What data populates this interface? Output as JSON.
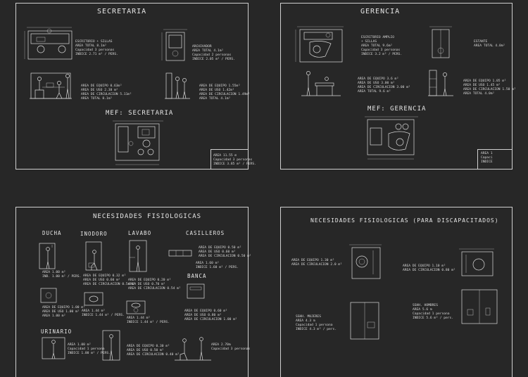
{
  "panels": {
    "secretaria": {
      "title": "SECRETARIA",
      "mef_title": "MEF: SECRETARIA",
      "notes": {
        "desk": "ESCRITORIO + SILLAS\nAREA TOTAL 8.1m²\nCapacidad 3 personas\nINDICE 2.71 m² / PERS.",
        "archive": "ARCHIVADOR\nAREA TOTAL 4.1m²\nCapacidad 2 personas\nINDICE 2.05 m² / PERS.",
        "areas_left": "AREA DE EQUIPO 0.63m²\nAREA DE USO 2.38 m²\nAREA DE CIRCULACION 5.11m²\nAREA TOTAL 8.1m²",
        "areas_right": "AREA DE EQUIPO 1.55m²\nAREA DE USO 1.42m²\nAREA DE CIRCULACION 1.49m²\nAREA TOTAL 4.1m²",
        "summary": "AREA 11.55 m\nCapacidad 3 personas\nINDICE 3.85 m² / PERS."
      }
    },
    "gerencia": {
      "title": "GERENCIA",
      "mef_title": "MEF: GERENCIA",
      "notes": {
        "desk": "ESCRITORIO AMPLIO\n+ SILLAS\nAREA TOTAL 9.6m²\nCapacidad 3 personas\nINDICE 3.2 m² / PERS.",
        "shelf": "ESTANTE\nAREA TOTAL 4.0m²",
        "areas_left": "AREA DE EQUIPO 3.6 m²\nAREA DE USO 3.00 m²\nAREA DE CIRCULACION 3.00 m²\nAREA TOTAL 9.6 m²",
        "areas_right": "AREA DE EQUIPO 1.05 m²\nAREA DE USO 1.45 m²\nAREA DE CIRCULACION 1.50 m²\nAREA TOTAL 4.0m²",
        "summary": "AREA 1\nCapaci\nINDICE"
      }
    },
    "fisiologicas": {
      "title": "NECESIDADES FISIOLOGICAS",
      "labels": {
        "ducha": "DUCHA",
        "inodoro": "INODORO",
        "lavabo": "LAVABO",
        "casilleros": "CASILLEROS",
        "banca": "BANCA",
        "urinario": "URINARIO"
      },
      "notes": {
        "ducha_a": "AREA 1.00 m²\nIND. 1.00 m² / PERS.",
        "ducha_b": "AREA DE EQUIPO 1.00 m²\nAREA DE USO 1.00 m²\nAREA 1.00 m²",
        "inodoro_a": "AREA DE EQUIPO 0.32 m²\nAREA DE USO 0.60 m²\nAREA DE CIRCULACION 0.54 m²",
        "inodoro_b": "AREA 1.44 m²\nINDICE 1.44 m² / PERS.",
        "lavabo_a": "AREA DE EQUIPO 0.20 m²\nAREA DE USO 0.70 m²\nAREA DE CIRCULACION 0.54 m²",
        "lavabo_b": "AREA 1.44 m²\nINDICE 1.44 m² / PERS.",
        "casilleros_a": "AREA DE EQUIPO 0.50 m²\nAREA DE USO 0.60 m²\nAREA DE CIRCULACION 0.50 m²",
        "casilleros_b": "AREA 1.60 m²\nINDICE 1.60 m² / PERS.",
        "banca_a": "AREA DE EQUIPO 0.60 m²\nAREA DE USO 0.80 m²\nAREA DE CIRCULACION 1.00 m²",
        "urinario_a": "AREA 1.00 m²\nCapacidad 1 persona\nINDICE 1.00 m² / PERS.",
        "urinario_b": "AREA DE EQUIPO 0.30 m²\nAREA DE USO 0.50 m²\nAREA DE CIRCULACION 0.40 m²",
        "banca_b": "AREA 2.70m\nCapacidad 3 personas"
      }
    },
    "discapacitados": {
      "title": "NECESIDADES FISIOLOGICAS (PARA DISCAPACITADOS)",
      "notes": {
        "left_areas": "AREA DE EQUIPO 1.30 m²\nAREA DE CIRCULACION 2.0 m²",
        "right_areas": "AREA DE EQUIPO 1.10 m²\nAREA DE CIRCULACION 0.80 m²",
        "ssm": "SSHH. MUJERES\nAREA 4.3 m\nCapacidad 1 persona\nINDICE 4.3 m² / pers.",
        "ssh": "SSHH. HOMBRES\nAREA 5.6 m\nCapacidad 1 persona\nINDICE 5.6 m² / pers."
      }
    }
  }
}
